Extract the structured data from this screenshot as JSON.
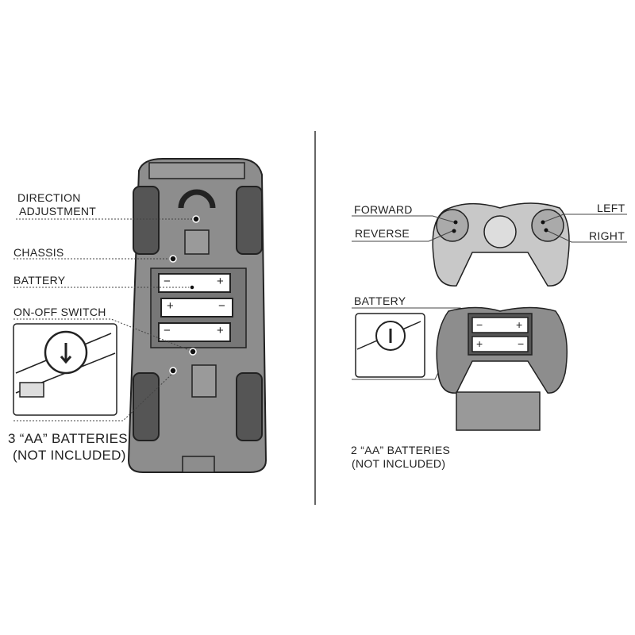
{
  "car": {
    "labels": {
      "direction_line1": "DIRECTION",
      "direction_line2": "ADJUSTMENT",
      "chassis": "CHASSIS",
      "battery": "BATTERY",
      "switch": "ON-OFF SWITCH"
    },
    "battery_note_line1": "3 “AA” BATTERIES",
    "battery_note_line2": "(NOT INCLUDED)",
    "battery_signs": [
      "−",
      "+",
      "+",
      "−",
      "−",
      "+"
    ]
  },
  "remote": {
    "labels": {
      "forward": "FORWARD",
      "reverse": "REVERSE",
      "left": "LEFT",
      "right": "RIGHT",
      "battery": "BATTERY"
    },
    "battery_note_line1": "2 “AA” BATTERIES",
    "battery_note_line2": "(NOT INCLUDED)",
    "battery_signs": [
      "−",
      "+",
      "+",
      "−"
    ]
  },
  "colors": {
    "body": "#8a8a8a",
    "line": "#222222",
    "panel": "#b9b9b9"
  }
}
